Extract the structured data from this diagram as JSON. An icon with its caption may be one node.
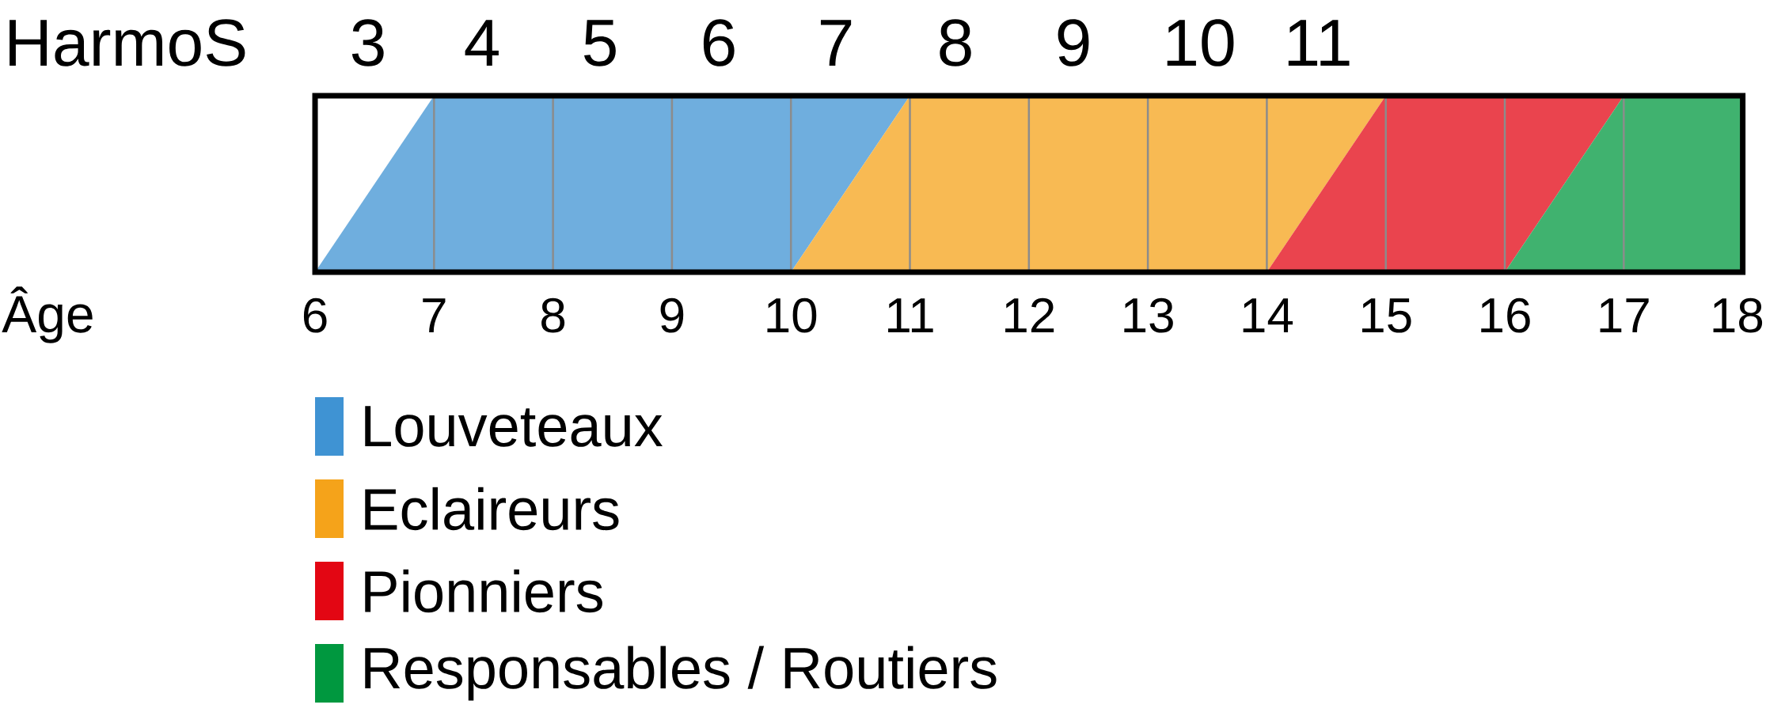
{
  "diagram": {
    "labels": [
      "HarmoS",
      "3",
      "4",
      "5",
      "6",
      "7",
      "8",
      "9",
      "10",
      "11",
      "Âge",
      "6",
      "7",
      "8",
      "9",
      "10",
      "11",
      "12",
      "13",
      "14",
      "15",
      "16",
      "17",
      "18"
    ],
    "legend": [
      {
        "text": "Louveteaux",
        "color": "#3f93d3"
      },
      {
        "text": "Eclaireurs",
        "color": "#f5a31a"
      },
      {
        "text": "Pionniers",
        "color": "#e30613"
      },
      {
        "text": "Responsables / Routiers",
        "color": "#00983f"
      }
    ]
  }
}
